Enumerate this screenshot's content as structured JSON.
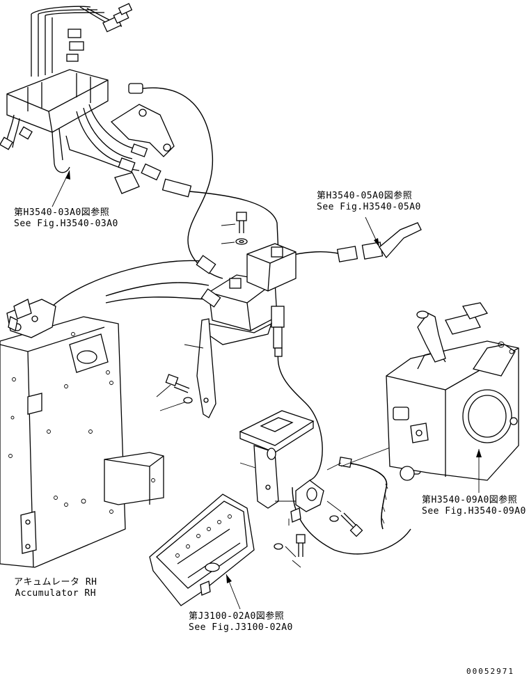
{
  "callouts": {
    "h3540_03a0": {
      "jp": "第H3540-03A0図参照",
      "en": "See Fig.H3540-03A0"
    },
    "h3540_05a0": {
      "jp": "第H3540-05A0図参照",
      "en": "See Fig.H3540-05A0"
    },
    "h3540_09a0": {
      "jp": "第H3540-09A0図参照",
      "en": "See Fig.H3540-09A0"
    },
    "j3100_02a0": {
      "jp": "第J3100-02A0図参照",
      "en": "See Fig.J3100-02A0"
    },
    "accumulator": {
      "jp": "アキュムレータ RH",
      "en": "Accumulator RH"
    }
  },
  "drawing_code": "00052971"
}
